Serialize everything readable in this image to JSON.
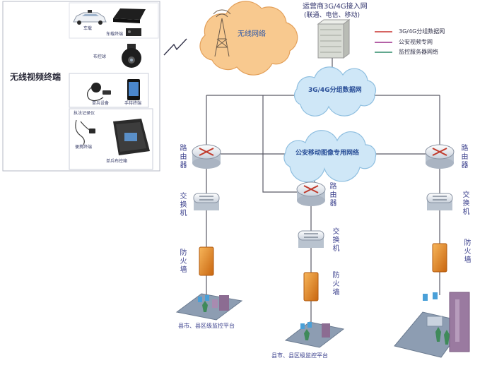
{
  "terminal_panel": {
    "title": "无线视频终端",
    "device_labels": [
      "车载",
      "车载终端",
      "布控球",
      "单兵设备",
      "手持终端",
      "执法记录仪",
      "便携终端",
      "单兵布控箱"
    ]
  },
  "wireless_network": {
    "label": "无线网络"
  },
  "operator_access": {
    "title": "运营商3G/4G接入网",
    "carriers": "(联通、电信、移动)"
  },
  "legend": [
    {
      "label": "3G/4G分组数据网",
      "color": "#c8322f"
    },
    {
      "label": "公安视频专网",
      "color": "#9b2f8a"
    },
    {
      "label": "监控服务器网络",
      "color": "#2e8b6a"
    }
  ],
  "packet_data_network": {
    "label": "3G/4G分组数据网"
  },
  "police_network": {
    "label": "公安移动图像专用网络"
  },
  "branches": [
    {
      "router": "路由器",
      "switch": "交换机",
      "firewall": "防火墙",
      "platform": "县市、县区级监控平台"
    },
    {
      "router": "路由器",
      "switch": "交换机",
      "firewall": "防火墙",
      "platform": "县市、县区级监控平台"
    },
    {
      "router": "路由器",
      "switch": "交换机",
      "firewall": "防火墙"
    }
  ],
  "colors": {
    "wireless_cloud": "#f8c98f",
    "data_cloud": "#cfe7f7",
    "link": "#5a5a66",
    "firewall": "#e58a22",
    "router_mark": "#c0392b"
  }
}
